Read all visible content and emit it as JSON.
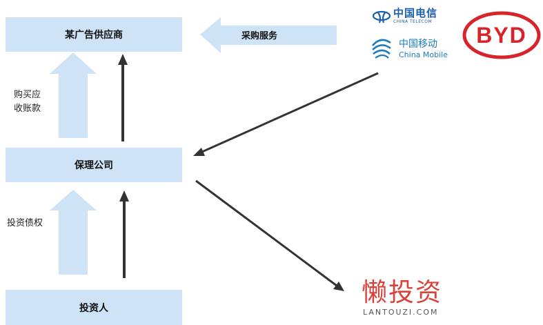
{
  "nodes": {
    "supplier": "某广告供应商",
    "factoring": "保理公司",
    "investor": "投资人"
  },
  "flows": {
    "procurement_service": "采购服务",
    "buy_receivables": "购买应\n收账款",
    "invest_debt": "投资债权"
  },
  "logos": {
    "telecom_cn": "中国电信",
    "telecom_en": "CHINA TELECOM",
    "mobile_cn": "中国移动",
    "mobile_en": "China Mobile",
    "byd": "BYD",
    "lantouzi_cn": "懒投资",
    "lantouzi_en": "LANTOUZI.COM"
  },
  "colors": {
    "box_fill": "#cfe3f7",
    "arrow_dark": "#333333",
    "telecom_blue": "#1a5fa8",
    "mobile_blue": "#1b7bbf",
    "byd_red": "#d8232a",
    "lantouzi_red": "#d9423a"
  }
}
